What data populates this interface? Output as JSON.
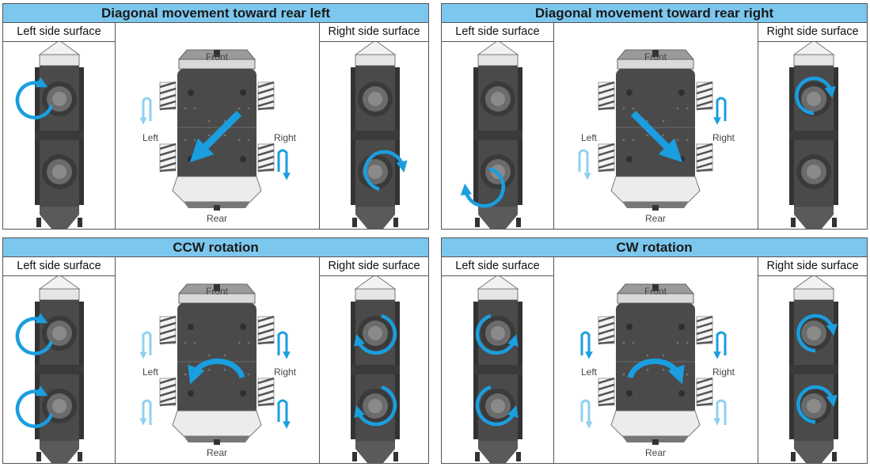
{
  "panels": [
    {
      "title": "Diagonal movement toward rear left",
      "left_label": "Left side surface",
      "right_label": "Right side surface",
      "front": "Front",
      "rear": "Rear",
      "left": "Left",
      "right": "Right"
    },
    {
      "title": "Diagonal movement toward rear right",
      "left_label": "Left side surface",
      "right_label": "Right side surface",
      "front": "Front",
      "rear": "Rear",
      "left": "Left",
      "right": "Right"
    },
    {
      "title": "CCW rotation",
      "left_label": "Left side surface",
      "right_label": "Right side surface",
      "front": "Front",
      "rear": "Rear",
      "left": "Left",
      "right": "Right"
    },
    {
      "title": "CW rotation",
      "left_label": "Left side surface",
      "right_label": "Right side surface",
      "front": "Front",
      "rear": "Rear",
      "left": "Left",
      "right": "Right"
    }
  ],
  "colors": {
    "header": "#7cc7ee",
    "arrow": "#1a9ee0",
    "arrow_light": "#8fd0f2",
    "robot_dark": "#4a4a4a",
    "robot_mid": "#6b6b6b",
    "robot_light": "#d9d9d9"
  }
}
